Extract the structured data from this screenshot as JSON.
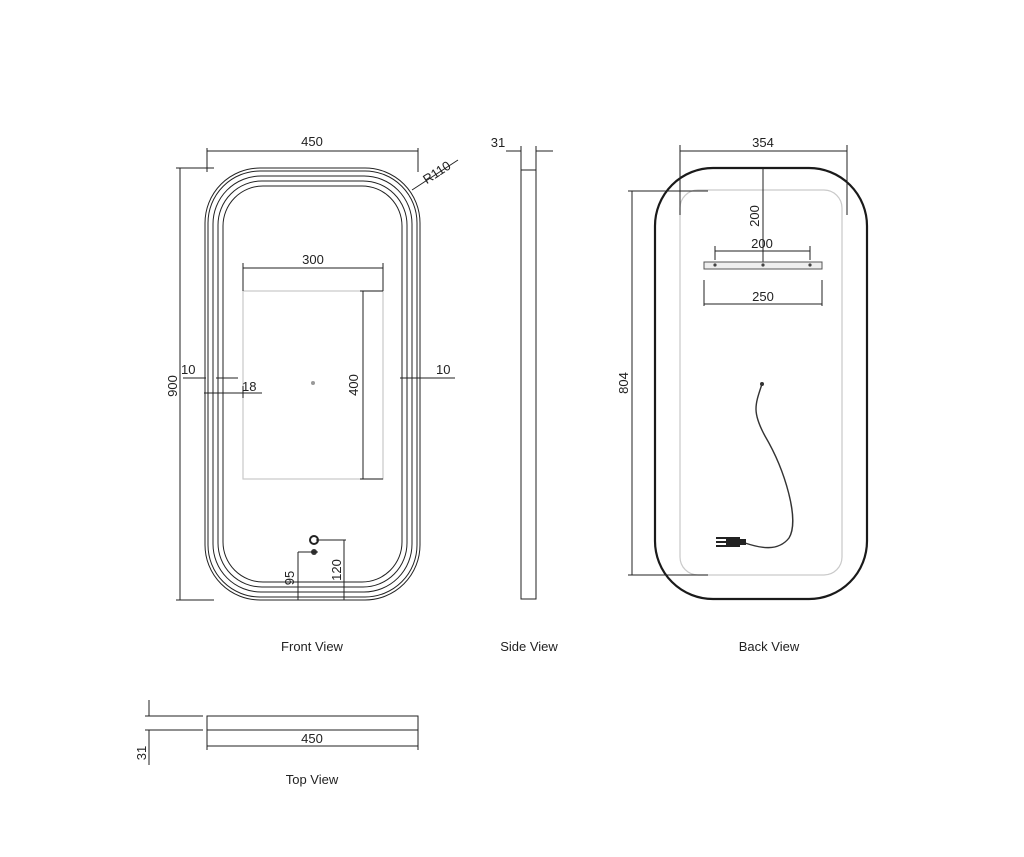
{
  "front_view": {
    "caption": "Front View",
    "width": "450",
    "height": "900",
    "radius": "R110",
    "light_width": "300",
    "light_height": "400",
    "margin_left": "10",
    "margin_right": "10",
    "light_offset": "18",
    "switch_95": "95",
    "switch_120": "120"
  },
  "side_view": {
    "caption": "Side View",
    "depth": "31"
  },
  "back_view": {
    "caption": "Back View",
    "width": "354",
    "height": "804",
    "bracket_top": "200",
    "bracket_width": "200",
    "bracket_span": "250"
  },
  "top_view": {
    "caption": "Top View",
    "width": "450",
    "depth": "31"
  }
}
